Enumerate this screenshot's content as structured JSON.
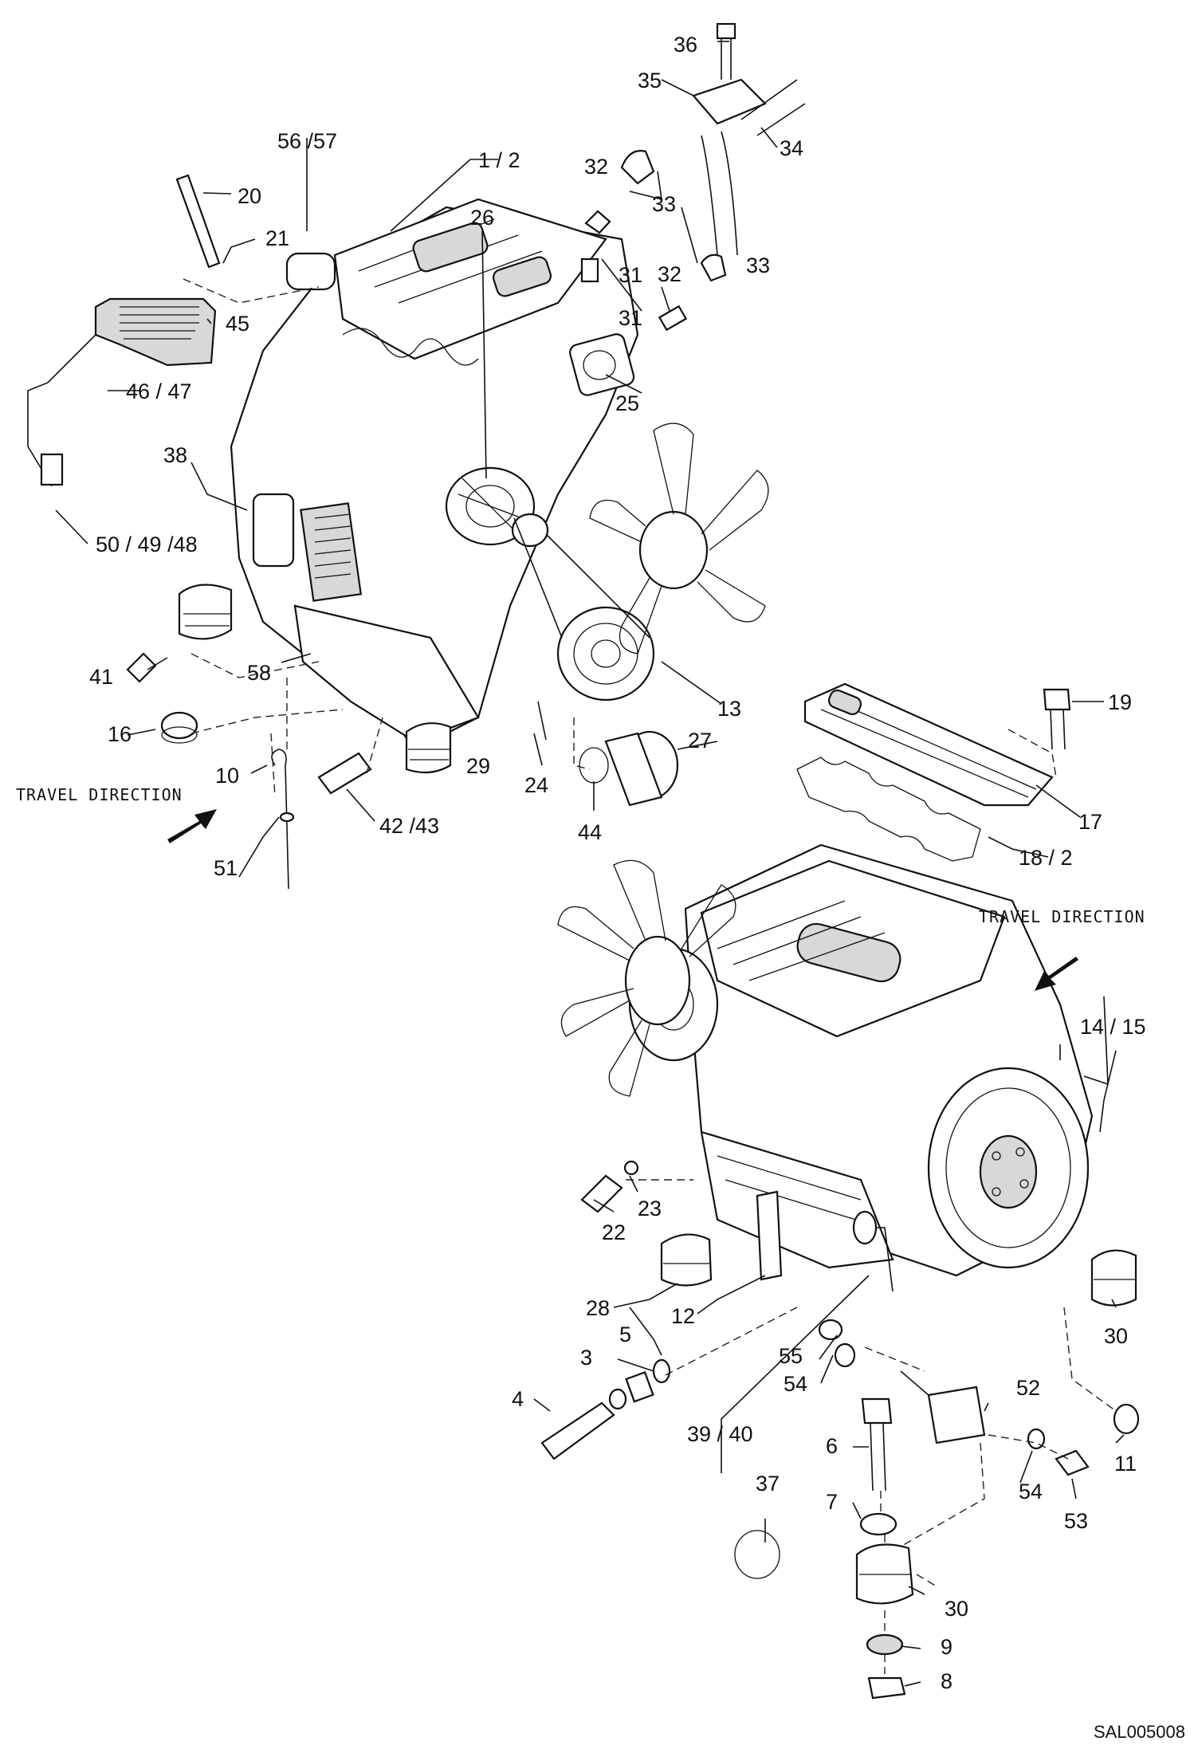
{
  "diagram": {
    "reference_code": "SAL005008",
    "captions": [
      "TRAVEL DIRECTION",
      "TRAVEL DIRECTION"
    ],
    "callouts": [
      {
        "id": "c1",
        "text": "1 / 2"
      },
      {
        "id": "c3",
        "text": "3"
      },
      {
        "id": "c4",
        "text": "4"
      },
      {
        "id": "c5",
        "text": "5"
      },
      {
        "id": "c6",
        "text": "6"
      },
      {
        "id": "c7",
        "text": "7"
      },
      {
        "id": "c8",
        "text": "8"
      },
      {
        "id": "c9",
        "text": "9"
      },
      {
        "id": "c10",
        "text": "10"
      },
      {
        "id": "c11",
        "text": "11"
      },
      {
        "id": "c12",
        "text": "12"
      },
      {
        "id": "c13",
        "text": "13"
      },
      {
        "id": "c14",
        "text": "14 / 15"
      },
      {
        "id": "c16",
        "text": "16"
      },
      {
        "id": "c17",
        "text": "17"
      },
      {
        "id": "c18",
        "text": "18 / 2"
      },
      {
        "id": "c19",
        "text": "19"
      },
      {
        "id": "c20",
        "text": "20"
      },
      {
        "id": "c21",
        "text": "21"
      },
      {
        "id": "c22",
        "text": "22"
      },
      {
        "id": "c23",
        "text": "23"
      },
      {
        "id": "c24",
        "text": "24"
      },
      {
        "id": "c25",
        "text": "25"
      },
      {
        "id": "c26",
        "text": "26"
      },
      {
        "id": "c27",
        "text": "27"
      },
      {
        "id": "c28",
        "text": "28"
      },
      {
        "id": "c29",
        "text": "29"
      },
      {
        "id": "c30a",
        "text": "30"
      },
      {
        "id": "c30b",
        "text": "30"
      },
      {
        "id": "c31a",
        "text": "31"
      },
      {
        "id": "c31b",
        "text": "31"
      },
      {
        "id": "c32a",
        "text": "32"
      },
      {
        "id": "c32b",
        "text": "32"
      },
      {
        "id": "c33a",
        "text": "33"
      },
      {
        "id": "c33b",
        "text": "33"
      },
      {
        "id": "c34",
        "text": "34"
      },
      {
        "id": "c35",
        "text": "35"
      },
      {
        "id": "c36",
        "text": "36"
      },
      {
        "id": "c37",
        "text": "37"
      },
      {
        "id": "c38",
        "text": "38"
      },
      {
        "id": "c39",
        "text": "39 / 40"
      },
      {
        "id": "c41",
        "text": "41"
      },
      {
        "id": "c42",
        "text": "42 /43"
      },
      {
        "id": "c44",
        "text": "44"
      },
      {
        "id": "c45",
        "text": "45"
      },
      {
        "id": "c46",
        "text": "46 / 47"
      },
      {
        "id": "c50",
        "text": "50 / 49 /48"
      },
      {
        "id": "c51",
        "text": "51"
      },
      {
        "id": "c52",
        "text": "52"
      },
      {
        "id": "c53",
        "text": "53"
      },
      {
        "id": "c54a",
        "text": "54"
      },
      {
        "id": "c54b",
        "text": "54"
      },
      {
        "id": "c55",
        "text": "55"
      },
      {
        "id": "c56",
        "text": "56 /57"
      },
      {
        "id": "c58",
        "text": "58"
      }
    ]
  }
}
